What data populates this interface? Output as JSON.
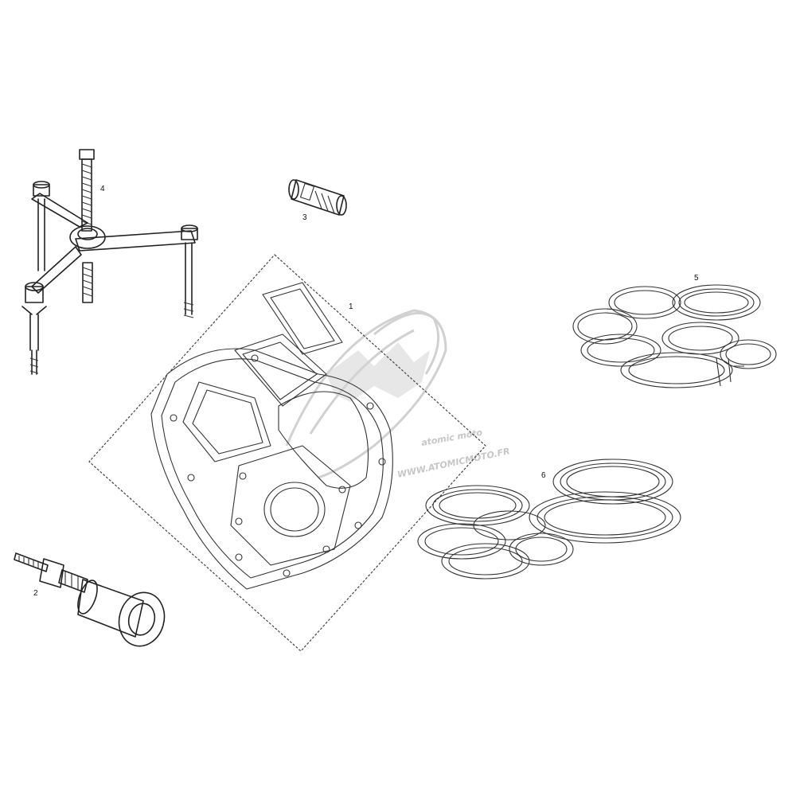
{
  "parts": [
    {
      "id": "part-1",
      "number": "1",
      "name": "gasket-kit"
    },
    {
      "id": "part-2",
      "number": "2",
      "name": "piston-pin-puller"
    },
    {
      "id": "part-3",
      "number": "3",
      "name": "adapter-sleeve"
    },
    {
      "id": "part-4",
      "number": "4",
      "name": "three-leg-puller"
    },
    {
      "id": "part-5",
      "number": "5",
      "name": "o-ring-set-upper"
    },
    {
      "id": "part-6",
      "number": "6",
      "name": "o-ring-set-lower"
    }
  ],
  "watermark": {
    "text": "WWW.ATOMICMOTO.FR",
    "logo": "atomic moto"
  }
}
